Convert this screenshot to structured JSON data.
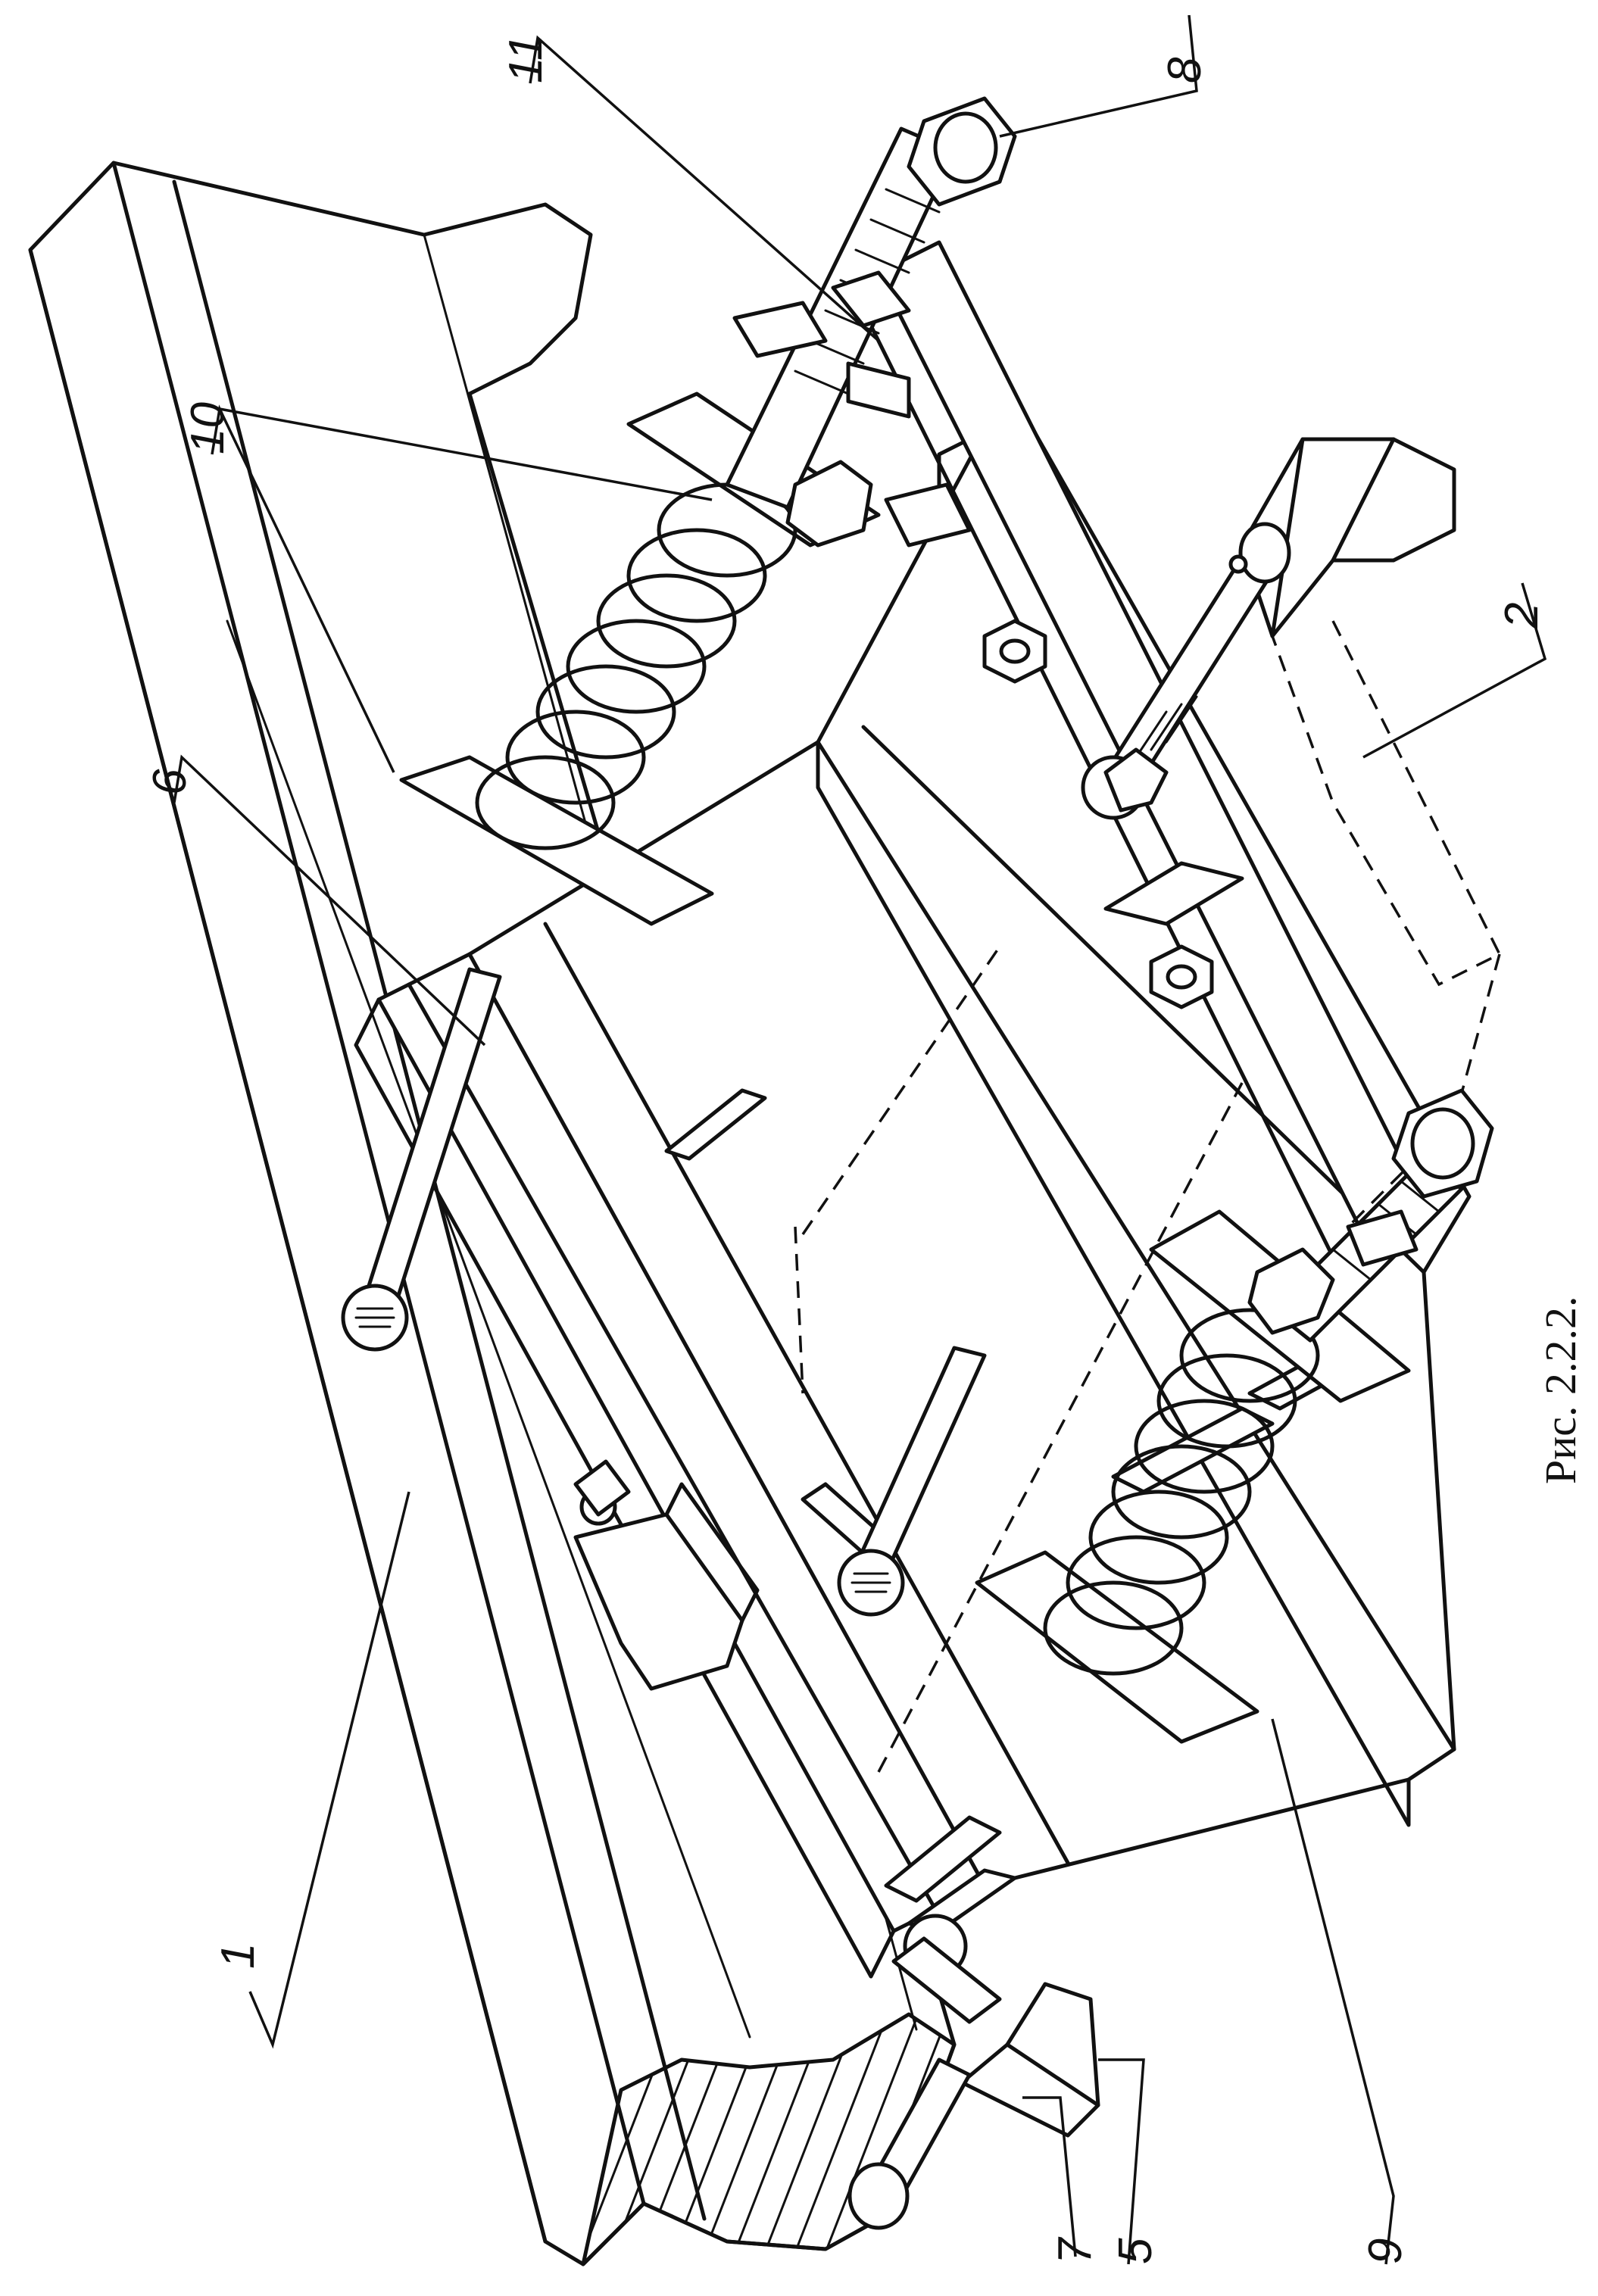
{
  "figure": {
    "caption": "Рис. 2.2.2.",
    "callouts": [
      "1",
      "2",
      "5",
      "6",
      "7",
      "8",
      "9",
      "10",
      "11"
    ]
  },
  "colors": {
    "ink": "#111111",
    "paper": "#ffffff"
  }
}
